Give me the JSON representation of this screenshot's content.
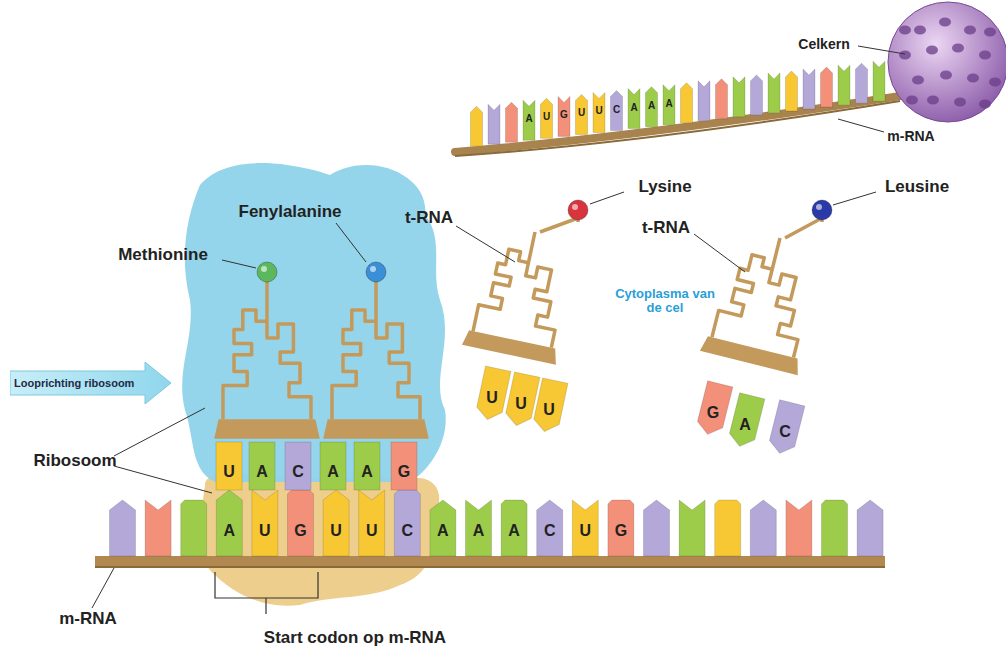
{
  "diagram": {
    "nodes": [
      {
        "text": [
          "Looprichting ribosoom"
        ]
      }
    ],
    "labels": [
      "Celkern",
      "A",
      "U",
      "G",
      "U",
      "U",
      "C",
      "A",
      "A",
      "A",
      "m-RNA",
      "Lysine",
      "Leusine",
      "Fenylalanine",
      "t-RNA",
      "t-RNA",
      "Methionine",
      "Cytoplasma van de cel",
      "U",
      "U",
      "U",
      "G",
      "A",
      "C",
      "Ribosoom",
      "U",
      "A",
      "C",
      "A",
      "A",
      "G",
      "A",
      "U",
      "G",
      "U",
      "U",
      "C",
      "A",
      "A",
      "A",
      "C",
      "U",
      "G",
      "m-RNA",
      "Start codon op m-RNA"
    ]
  }
}
